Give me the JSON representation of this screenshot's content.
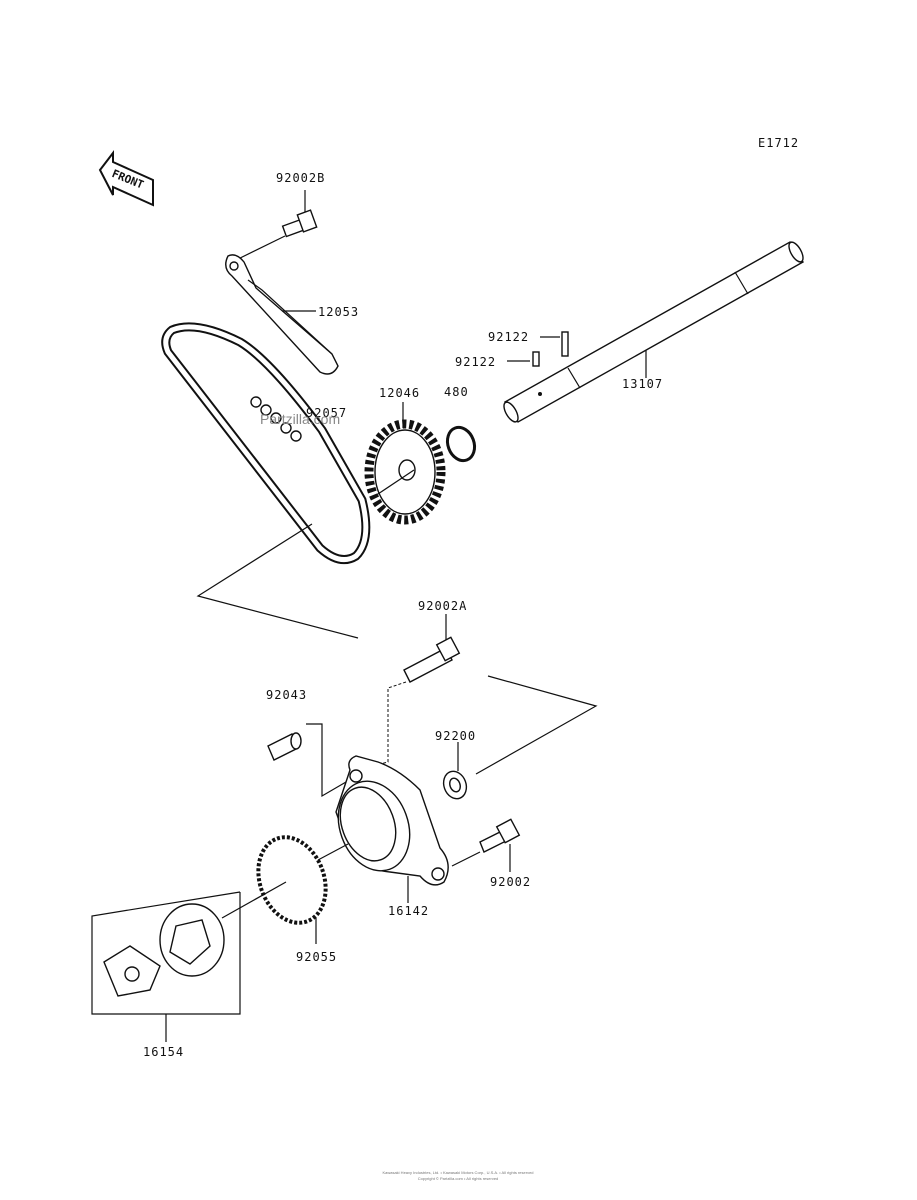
{
  "diagram_code": "E1712",
  "front_label": "FRONT",
  "watermark": "Partzilla.com",
  "footer_line1": "Kawasaki Heavy Industries, Ltd. • Kawasaki Motors Corp., U.S.A. • All rights reserved",
  "footer_line2": "Copyright © Partzilla.com • All rights reserved",
  "parts": {
    "p92002B": "92002B",
    "p12053": "12053",
    "p92122a": "92122",
    "p92122b": "92122",
    "p13107": "13107",
    "p12046": "12046",
    "p480": "480",
    "p92057": "92057",
    "p92002A": "92002A",
    "p92043": "92043",
    "p92200": "92200",
    "p92002": "92002",
    "p16142": "16142",
    "p92055": "92055",
    "p16154": "16154"
  }
}
